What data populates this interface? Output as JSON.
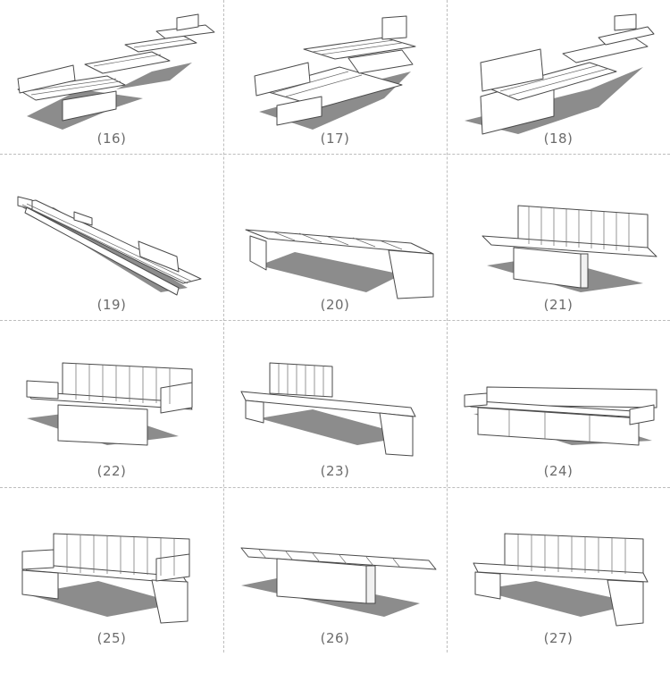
{
  "figures": [
    {
      "label": "(16)",
      "icon": "multi-level-bench-with-backrests"
    },
    {
      "label": "(17)",
      "icon": "l-shaped-bench-with-backrests"
    },
    {
      "label": "(18)",
      "icon": "stepped-bench-with-backrests"
    },
    {
      "label": "(19)",
      "icon": "long-linear-bench"
    },
    {
      "label": "(20)",
      "icon": "backless-slatted-bench"
    },
    {
      "label": "(21)",
      "icon": "slatted-bench-with-backrest"
    },
    {
      "label": "(22)",
      "icon": "bench-with-backrest-and-armrests"
    },
    {
      "label": "(23)",
      "icon": "bench-with-partial-backrest"
    },
    {
      "label": "(24)",
      "icon": "long-bench-with-low-backrest"
    },
    {
      "label": "(25)",
      "icon": "bench-with-backrest-and-armrests"
    },
    {
      "label": "(26)",
      "icon": "backless-slatted-bench"
    },
    {
      "label": "(27)",
      "icon": "slatted-bench-with-backrest"
    }
  ],
  "colors": {
    "line": "#4a4a4a",
    "shadow": "#8c8c8c",
    "caption": "#6b6b6b",
    "divider": "#bdbdbd"
  }
}
